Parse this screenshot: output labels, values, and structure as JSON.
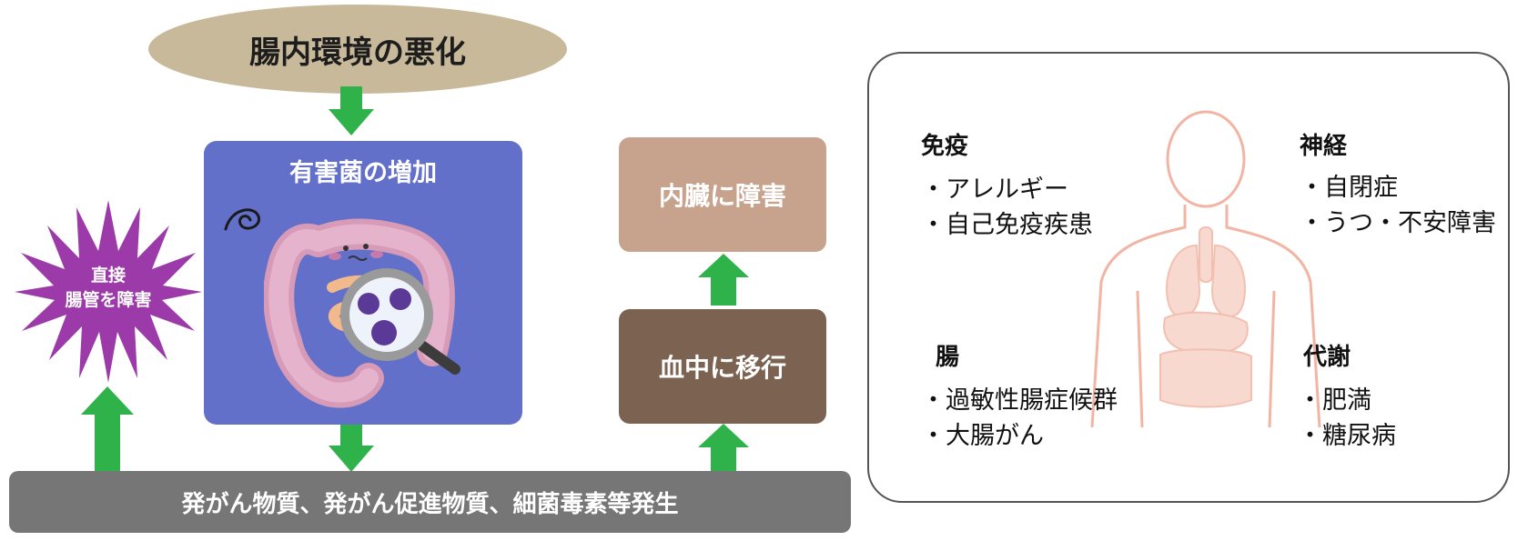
{
  "top": {
    "label": "腸内環境の悪化"
  },
  "bacteria": {
    "title": "有害菌の増加"
  },
  "direct": {
    "line1": "直接",
    "line2": "腸管を障害"
  },
  "right_flow": {
    "organ": "内臓に障害",
    "blood": "血中に移行"
  },
  "bottom": {
    "label": "発がん物質、発がん促進物質、細菌毒素等発生"
  },
  "panel": {
    "categories": [
      {
        "heading": "免疫",
        "items": [
          "・アレルギー",
          "・自己免疫疾患"
        ]
      },
      {
        "heading": "神経",
        "items": [
          "・自閉症",
          "・うつ・不安障害"
        ]
      },
      {
        "heading": "腸",
        "items": [
          "・過敏性腸症候群",
          "・大腸がん"
        ]
      },
      {
        "heading": "代謝",
        "items": [
          "・肥満",
          "・糖尿病"
        ]
      }
    ]
  },
  "colors": {
    "arrow": "#2fb24a",
    "top_ellipse": "#c8b99a",
    "bacteria_box": "#6370c9",
    "star": "#9b3aa8",
    "organ_box": "#c7a38e",
    "blood_box": "#7b6251",
    "bottom_bar": "#767676",
    "body_outline": "#f2b5a4"
  },
  "icons": [
    "green-arrow-icon",
    "starburst-icon",
    "intestine-icon",
    "magnifier-icon",
    "bacteria-icon",
    "human-body-icon"
  ]
}
